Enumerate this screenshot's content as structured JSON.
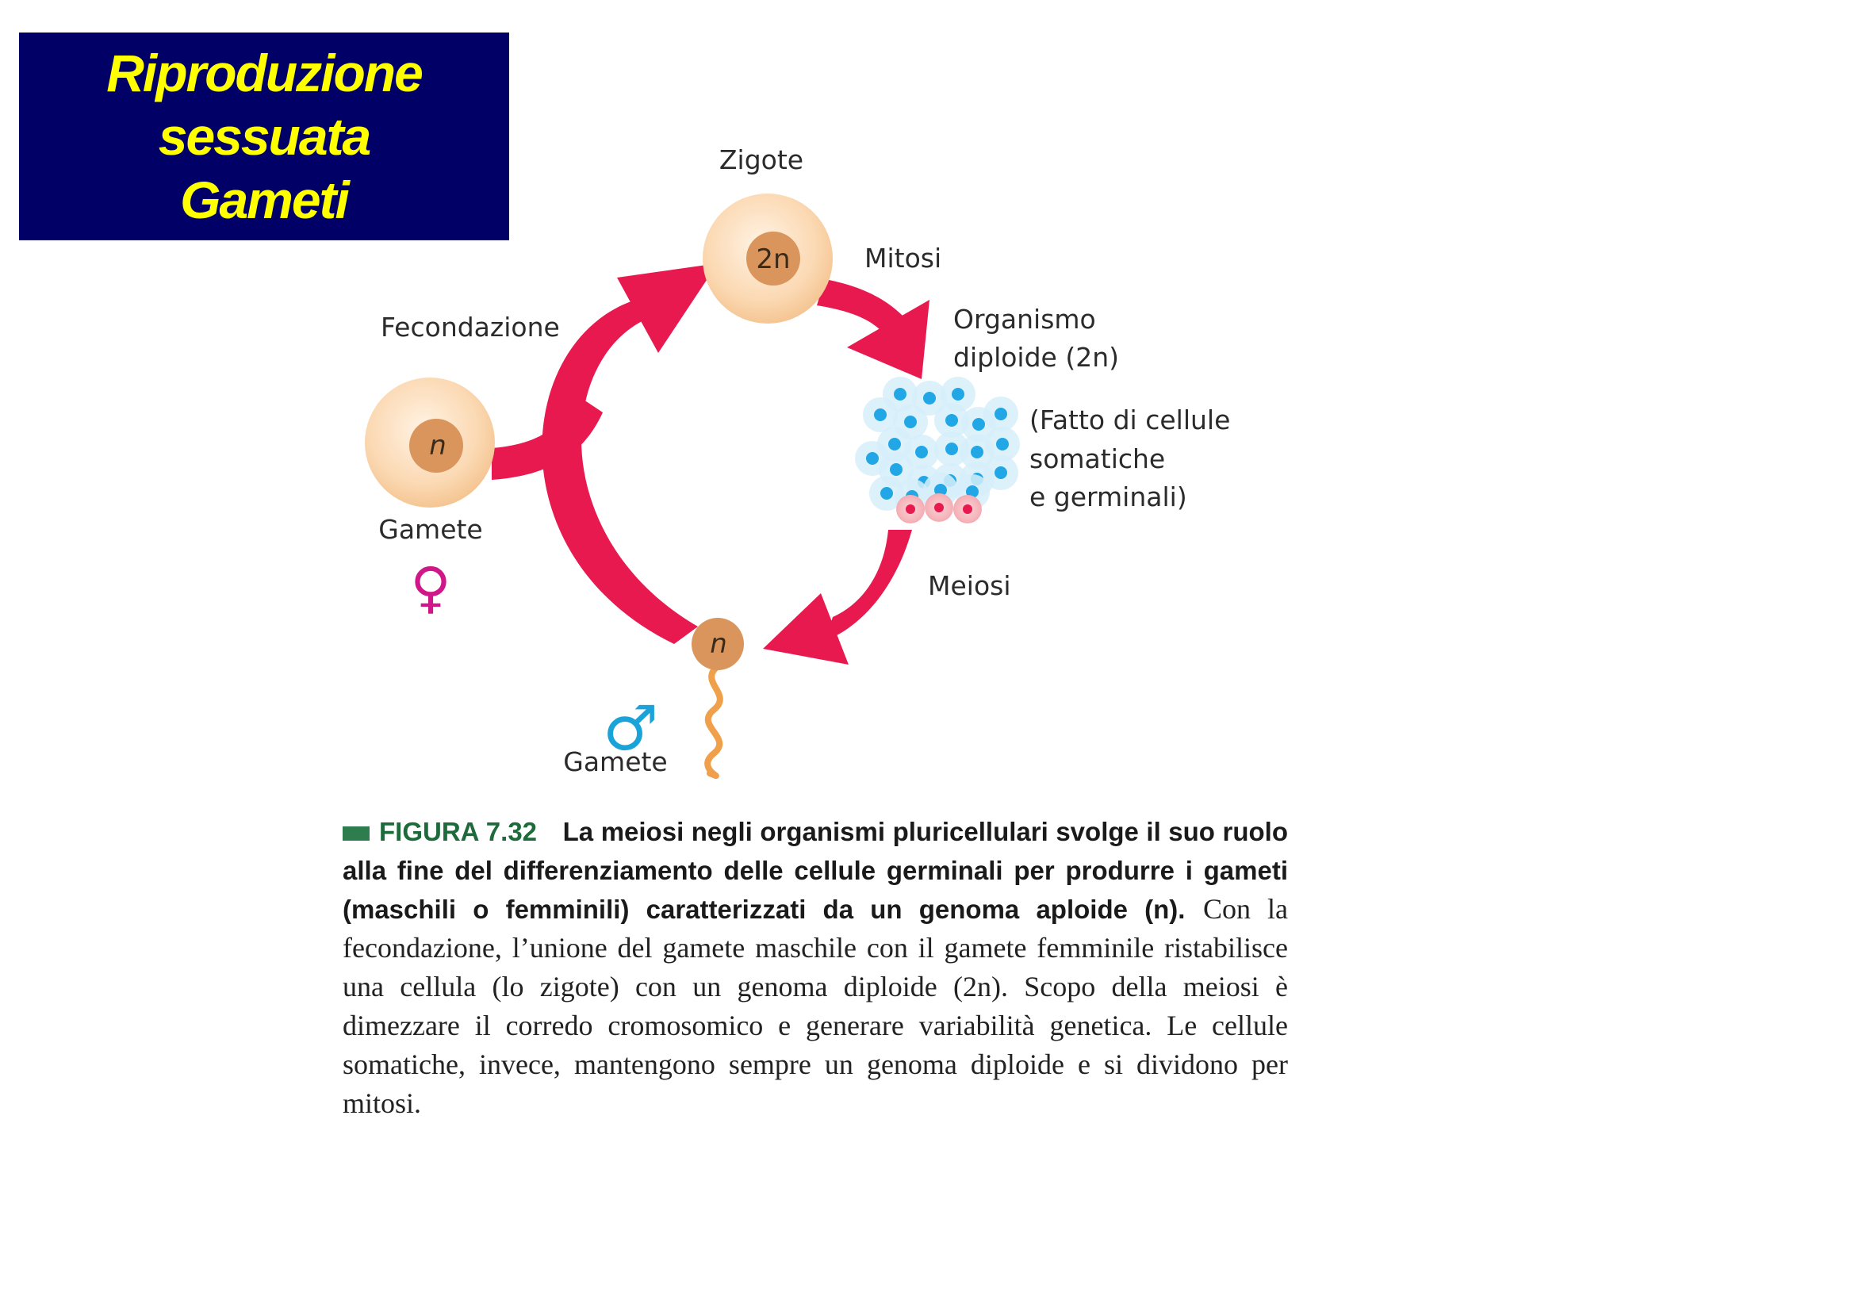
{
  "title": {
    "line1": "Riproduzione",
    "line2": "sessuata",
    "line3": "Gameti"
  },
  "diagram": {
    "zigote_label": "Zigote",
    "zigote_nucleus": "2n",
    "mitosi_label": "Mitosi",
    "organismo_line1": "Organismo",
    "organismo_line2": "diploide (2n)",
    "fatto_line1": "(Fatto di cellule",
    "fatto_line2": "somatiche",
    "fatto_line3": "e germinali)",
    "meiosi_label": "Meiosi",
    "fecondazione_label": "Fecondazione",
    "female_gamete_nucleus": "n",
    "female_gamete_label": "Gamete",
    "male_gamete_nucleus": "n",
    "male_gamete_label": "Gamete",
    "female_symbol": "♀",
    "male_symbol": "♂",
    "colors": {
      "arrow": "#e8194f",
      "cell_body": "#fbd9b3",
      "nucleus": "#d9955c",
      "blue_cell": "#22a7e6",
      "female_symbol": "#d0178a",
      "male_symbol": "#1aa3d9",
      "tail": "#f0a04a"
    }
  },
  "caption": {
    "figure_label": "FIGURA 7.32",
    "bold_text": "La meiosi negli organismi pluricellulari svolge il suo ruolo alla fine del differenziamento delle cellule germinali per produrre i gameti (maschili o femminili) caratterizzati da un genoma aploide (n).",
    "normal_text": "Con la fecondazione, l’unione del gamete maschile con il gamete femminile ristabilisce una cellula (lo zigote) con un genoma diploide (2n). Scopo della meiosi è dimezzare il corredo cromosomico e generare variabilità genetica. Le cellule somatiche, invece, mantengono sempre un genoma diploide e si dividono per mitosi."
  }
}
